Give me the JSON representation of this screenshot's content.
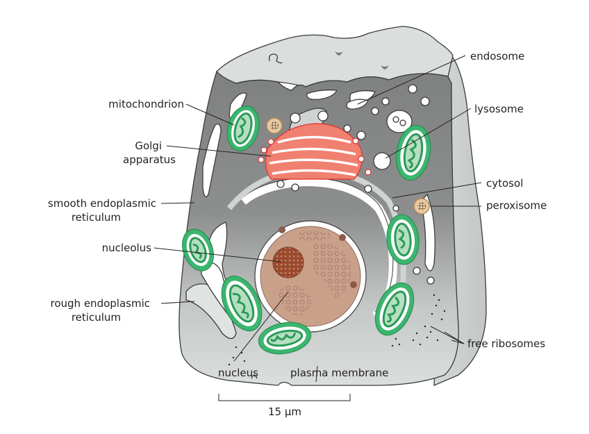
{
  "figure": {
    "type": "labeled-diagram",
    "subject": "animal cell",
    "labels": {
      "mitochondrion": "mitochondrion",
      "golgi_line1": "Golgi",
      "golgi_line2": "apparatus",
      "smooth_er_line1": "smooth endoplasmic",
      "smooth_er_line2": "reticulum",
      "nucleolus": "nucleolus",
      "rough_er_line1": "rough endoplasmic",
      "rough_er_line2": "reticulum",
      "endosome": "endosome",
      "lysosome": "lysosome",
      "cytosol": "cytosol",
      "peroxisome": "peroxisome",
      "free_ribosomes": "free ribosomes",
      "nucleus": "nucleus",
      "plasma_membrane": "plasma membrane"
    },
    "scale_bar": {
      "label": "15 µm"
    },
    "colors": {
      "cell_top": "#d9dedc",
      "cytoplasm_dark": "#8a8c8c",
      "cytoplasm_light": "#cfd3d1",
      "mitochondrion": "#3cb56e",
      "mitochondrion_inner": "#b5dfc0",
      "golgi": "#f08070",
      "golgi_stroke": "#e03030",
      "nucleus": "#c9a08a",
      "nucleolus": "#9a4a2e",
      "peroxisome": "#e8c9a0"
    }
  }
}
